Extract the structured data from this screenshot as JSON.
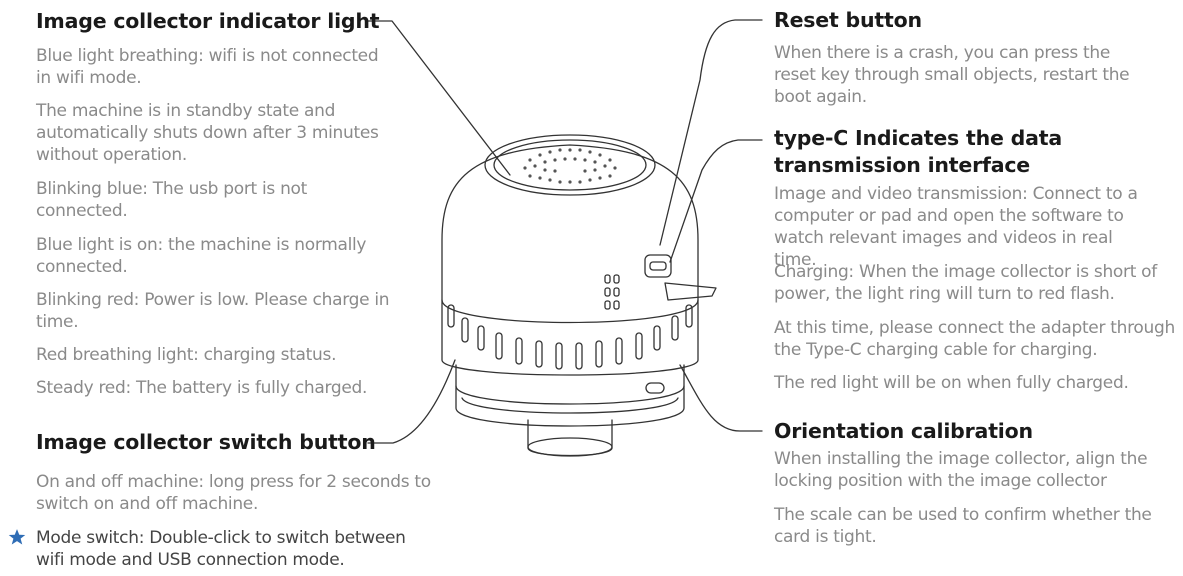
{
  "left": {
    "indicator": {
      "heading": "Image collector indicator light",
      "items": [
        "Blue light breathing: wifi is not connected in wifi mode.",
        "The machine is in standby state and automatically shuts down after 3 minutes without operation.",
        "Blinking blue: The usb port is not connected.",
        "Blue light is on: the machine is normally connected.",
        "Blinking red: Power is low. Please charge in time.",
        "Red breathing light: charging status.",
        "Steady red: The battery is fully charged."
      ]
    },
    "switch": {
      "heading": "Image collector switch button",
      "items": [
        "On and off machine: long press for 2 seconds to switch on and off machine.",
        "Mode switch: Double-click to switch between wifi mode and USB connection mode."
      ],
      "star_icon": "star-icon",
      "star_color": "#2f6db5"
    }
  },
  "right": {
    "reset": {
      "heading": "Reset button",
      "items": [
        "When there is a crash, you can press the reset key through small objects, restart the boot again."
      ]
    },
    "typec": {
      "heading": "type-C Indicates the data transmission interface",
      "items": [
        "Image and video transmission: Connect to a computer or pad and open the software to watch relevant images and videos in real time.",
        "Charging: When the image collector is short of power, the light ring will turn to red flash.",
        "At this time, please connect the adapter through the Type-C charging cable for charging.",
        "The red light will be on when fully charged."
      ]
    },
    "orientation": {
      "heading": "Orientation calibration",
      "items": [
        "When installing the image collector, align the locking position with the image collector",
        "The scale can be used to confirm whether the card is tight."
      ]
    }
  }
}
